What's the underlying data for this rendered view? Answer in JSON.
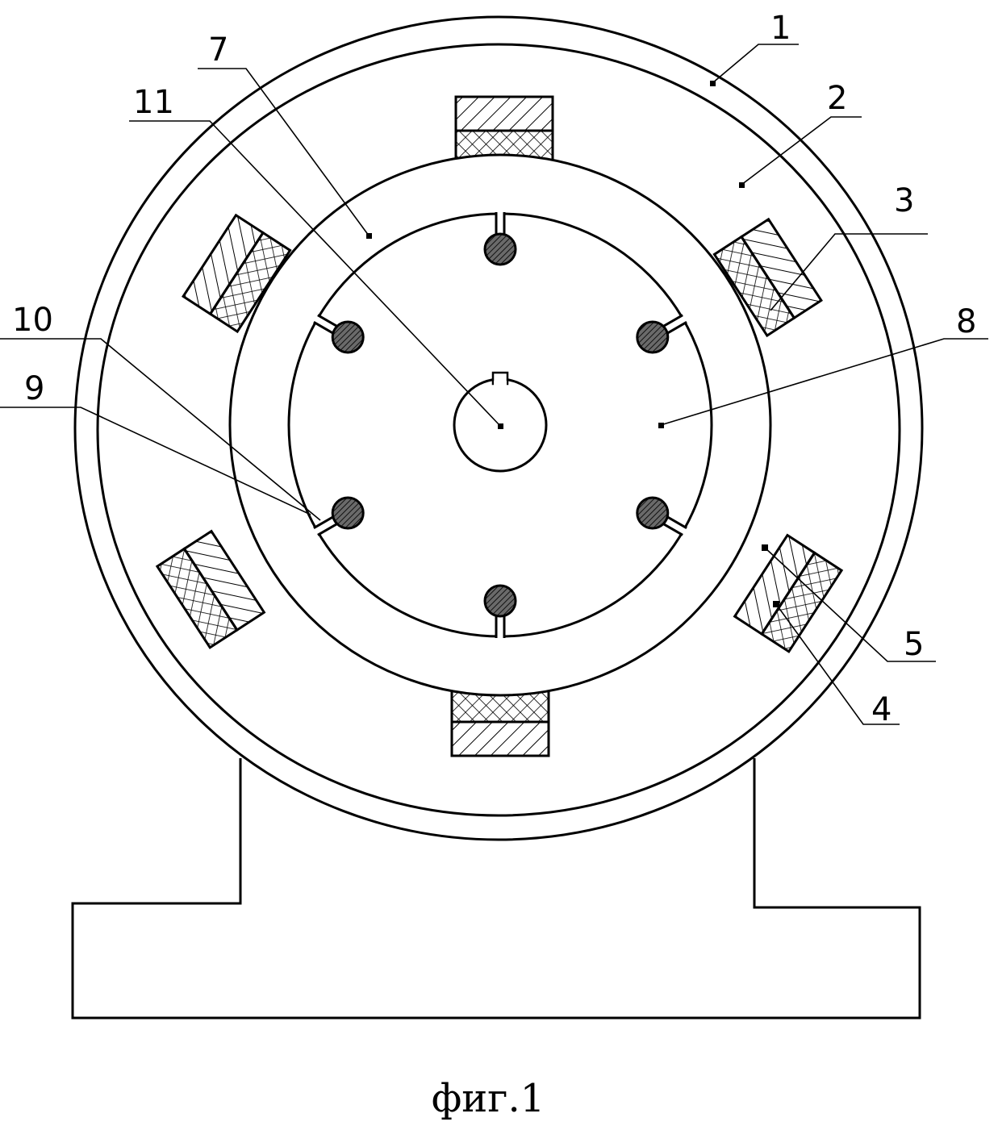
{
  "figure": {
    "caption": "фиг.1",
    "labels": [
      {
        "id": "1",
        "text": "1"
      },
      {
        "id": "2",
        "text": "2"
      },
      {
        "id": "3",
        "text": "3"
      },
      {
        "id": "4",
        "text": "4"
      },
      {
        "id": "5",
        "text": "5"
      },
      {
        "id": "7",
        "text": "7"
      },
      {
        "id": "8",
        "text": "8"
      },
      {
        "id": "9",
        "text": "9"
      },
      {
        "id": "10",
        "text": "10"
      },
      {
        "id": "11",
        "text": "11"
      }
    ]
  },
  "colors": {
    "stroke": "#000000",
    "background": "#ffffff",
    "rod_fill": "#555555"
  }
}
